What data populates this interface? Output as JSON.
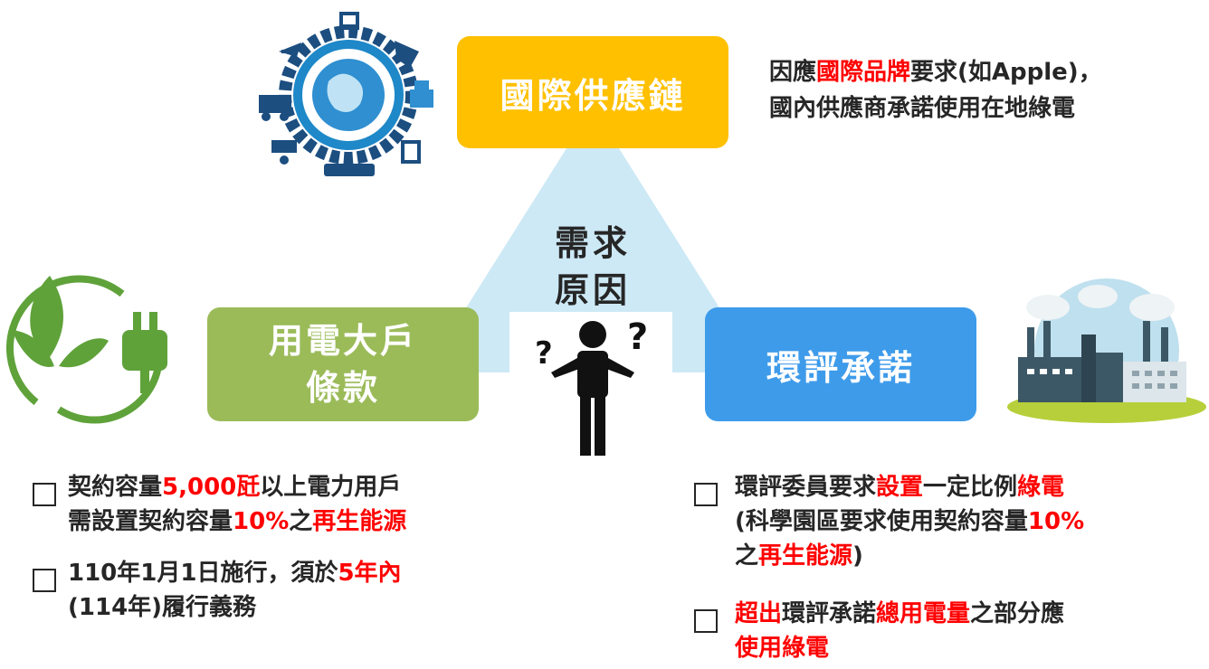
{
  "top_box": {
    "label": "國際供應鏈"
  },
  "top_desc": {
    "line1": [
      {
        "t": "因應",
        "red": false
      },
      {
        "t": "國際品牌",
        "red": true
      },
      {
        "t": "要求(如Apple)，",
        "red": false
      }
    ],
    "line2": [
      {
        "t": "國內供應商承諾使用在地綠電",
        "red": false
      }
    ]
  },
  "center": {
    "line1": "需求",
    "line2": "原因"
  },
  "left_box": {
    "line1": "用電大戶",
    "line2": "條款"
  },
  "right_box": {
    "label": "環評承諾"
  },
  "left_bullets": [
    {
      "lines": [
        [
          {
            "t": "契約容量",
            "red": false
          },
          {
            "t": "5,000瓩",
            "red": true
          },
          {
            "t": "以上電力用戶",
            "red": false
          }
        ],
        [
          {
            "t": "需設置契約容量",
            "red": false
          },
          {
            "t": "10%",
            "red": true
          },
          {
            "t": "之",
            "red": false
          },
          {
            "t": "再生能源",
            "red": true
          }
        ]
      ]
    },
    {
      "lines": [
        [
          {
            "t": "110年1月1日施行，須於",
            "red": false
          },
          {
            "t": "5年內",
            "red": true
          }
        ],
        [
          {
            "t": "(114年)履行義務",
            "red": false
          }
        ]
      ]
    }
  ],
  "right_bullets": [
    {
      "lines": [
        [
          {
            "t": "環評委員要求",
            "red": false
          },
          {
            "t": "設置",
            "red": true
          },
          {
            "t": "一定比例",
            "red": false
          },
          {
            "t": "綠電",
            "red": true
          }
        ],
        [
          {
            "t": "(科學園區要求使用契約容量",
            "red": false
          },
          {
            "t": "10%",
            "red": true
          }
        ],
        [
          {
            "t": "之",
            "red": false
          },
          {
            "t": "再生能源",
            "red": true
          },
          {
            "t": ")",
            "red": false
          }
        ]
      ]
    },
    {
      "lines": [
        [
          {
            "t": "超出",
            "red": true
          },
          {
            "t": "環評承諾",
            "red": false
          },
          {
            "t": "總用電量",
            "red": true
          },
          {
            "t": "之部分應",
            "red": false
          }
        ],
        [
          {
            "t": "使用綠電",
            "red": true
          }
        ]
      ]
    }
  ],
  "colors": {
    "supply_box": "#FFC000",
    "user_box": "#9BBB59",
    "env_box": "#3E9BEA",
    "triangle": "#CDE9F6",
    "highlight": "#FF0000",
    "green_icon": "#5FA23A"
  },
  "icons": [
    "logistics-cycle-icon",
    "green-energy-plug-icon",
    "confused-person-icon",
    "factory-icon"
  ]
}
